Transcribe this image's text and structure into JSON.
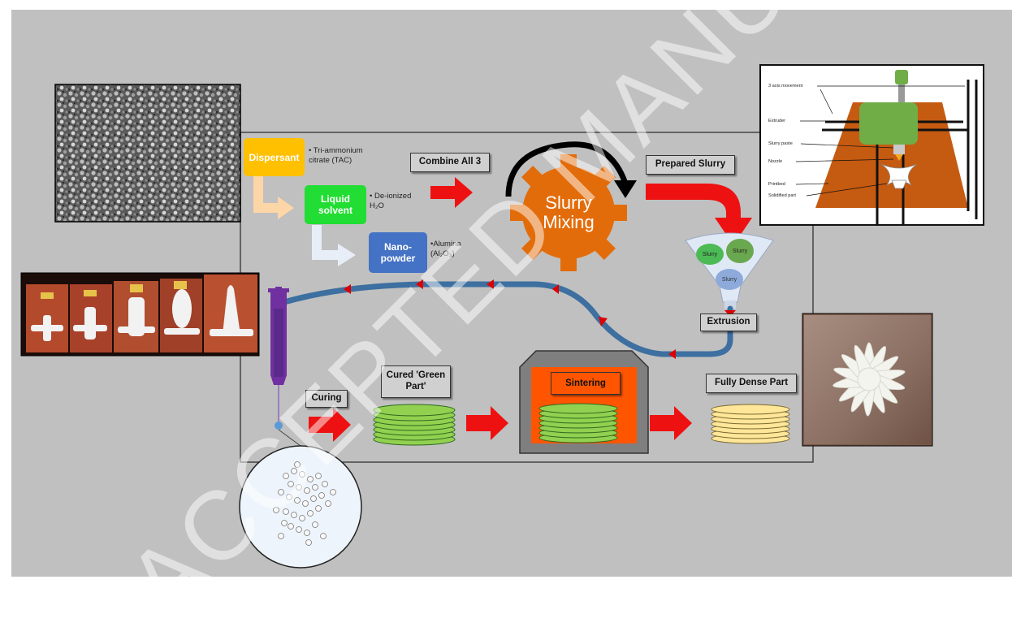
{
  "ingredients": {
    "dispersant": {
      "label": "Dispersant",
      "note": "• Tri-ammonium citrate (TAC)"
    },
    "solvent": {
      "label": "Liquid solvent",
      "note": "• De-ionized H₂O"
    },
    "powder": {
      "label": "Nano-powder",
      "note": "•Alumina (Al₂O₃)"
    }
  },
  "steps": {
    "combine": "Combine All 3",
    "mixing": "Slurry Mixing",
    "prepared": "Prepared Slurry",
    "extrusion": "Extrusion",
    "curing": "Curing",
    "cured": "Cured 'Green Part'",
    "sintering": "Sintering",
    "dense": "Fully Dense Part"
  },
  "funnel_blobs": [
    "Slurry",
    "Slurry",
    "Slurry"
  ],
  "printer_schematic": {
    "labels": [
      "3 axis movement",
      "Extruder",
      "Slurry paste",
      "Nozzle",
      "Printbed",
      "Solidified part"
    ]
  },
  "watermark": "ACCEPTED MANUSCRIPT",
  "colors": {
    "background": "#c0c0c0",
    "dispersant": "#ffc000",
    "solvent": "#22dd33",
    "powder": "#4472c4",
    "gear": "#e36c0a",
    "arrow": "#ee1111",
    "tube": "#3d6fa0",
    "syringe": "#7030a0",
    "green_disc": "#92d050",
    "dense_disc": "#ffe699",
    "furnace": "#ff5500"
  }
}
